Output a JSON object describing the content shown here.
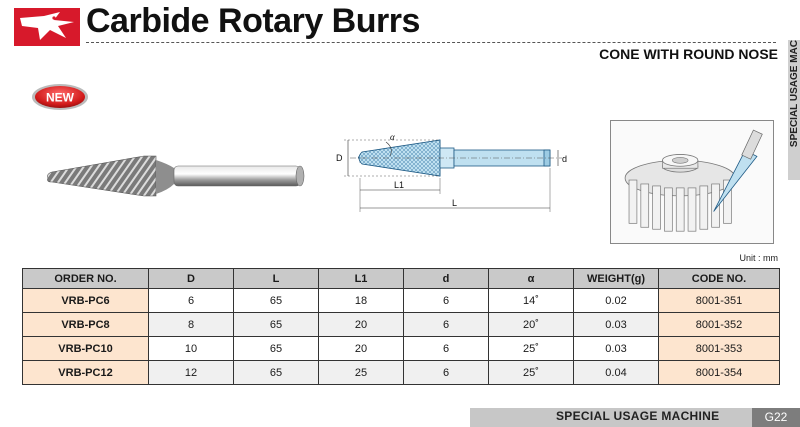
{
  "header": {
    "title": "Carbide Rotary Burrs",
    "subtitle": "CONE WITH ROUND NOSE",
    "side_tab": "SPECIAL USAGE MAC"
  },
  "badge": {
    "label": "NEW"
  },
  "diagram": {
    "label_alpha": "α",
    "label_D": "D",
    "label_d": "d",
    "label_L1": "L1",
    "label_L": "L"
  },
  "unit": "Unit : mm",
  "table": {
    "headers": [
      "ORDER NO.",
      "D",
      "L",
      "L1",
      "d",
      "α",
      "WEIGHT(g)",
      "CODE NO."
    ],
    "rows": [
      [
        "VRB-PC6",
        "6",
        "65",
        "18",
        "6",
        "14˚",
        "0.02",
        "8001-351"
      ],
      [
        "VRB-PC8",
        "8",
        "65",
        "20",
        "6",
        "20˚",
        "0.03",
        "8001-352"
      ],
      [
        "VRB-PC10",
        "10",
        "65",
        "20",
        "6",
        "25˚",
        "0.03",
        "8001-353"
      ],
      [
        "VRB-PC12",
        "12",
        "65",
        "25",
        "6",
        "25˚",
        "0.04",
        "8001-354"
      ]
    ]
  },
  "footer": {
    "section": "SPECIAL USAGE MACHINE",
    "page": "G22"
  },
  "colors": {
    "logo_red": "#d7192b",
    "header_gray": "#c9c9c9",
    "highlight_peach": "#fde5cf",
    "diagram_blue": "#bfe0f0",
    "diagram_line": "#2a6fa0"
  }
}
